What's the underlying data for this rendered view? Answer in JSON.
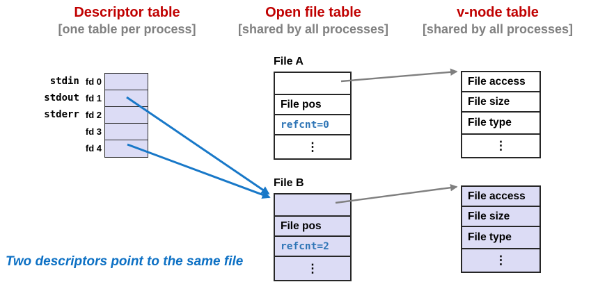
{
  "columns": [
    {
      "title": "Descriptor table",
      "subtitle": "[one table per process]"
    },
    {
      "title": "Open file table",
      "subtitle": "[shared by all processes]"
    },
    {
      "title": "v-node table",
      "subtitle": "[shared by all processes]"
    }
  ],
  "descriptor_table": {
    "rows": [
      {
        "sys_label": "stdin",
        "fd_label": "fd 0"
      },
      {
        "sys_label": "stdout",
        "fd_label": "fd 1"
      },
      {
        "sys_label": "stderr",
        "fd_label": "fd 2"
      },
      {
        "sys_label": "",
        "fd_label": "fd 3"
      },
      {
        "sys_label": "",
        "fd_label": "fd 4"
      }
    ]
  },
  "open_file_tables": [
    {
      "title": "File A",
      "rows": [
        "",
        "File pos",
        "refcnt=0",
        "⋮"
      ]
    },
    {
      "title": "File B",
      "rows": [
        "",
        "File pos",
        "refcnt=2",
        "⋮"
      ]
    }
  ],
  "vnode_tables": [
    {
      "rows": [
        "File access",
        "File size",
        "File type",
        "⋮"
      ]
    },
    {
      "rows": [
        "File access",
        "File size",
        "File type",
        "⋮"
      ]
    }
  ],
  "caption": "Two descriptors point to the same file",
  "colors": {
    "header_red": "#C00000",
    "subtitle_gray": "#808080",
    "cell_lavender": "#DCDCF5",
    "arrow_blue": "#1878C8",
    "arrow_gray": "#7f7f7f",
    "refcnt_blue": "#2E75B6",
    "caption_blue": "#0C70C4"
  }
}
